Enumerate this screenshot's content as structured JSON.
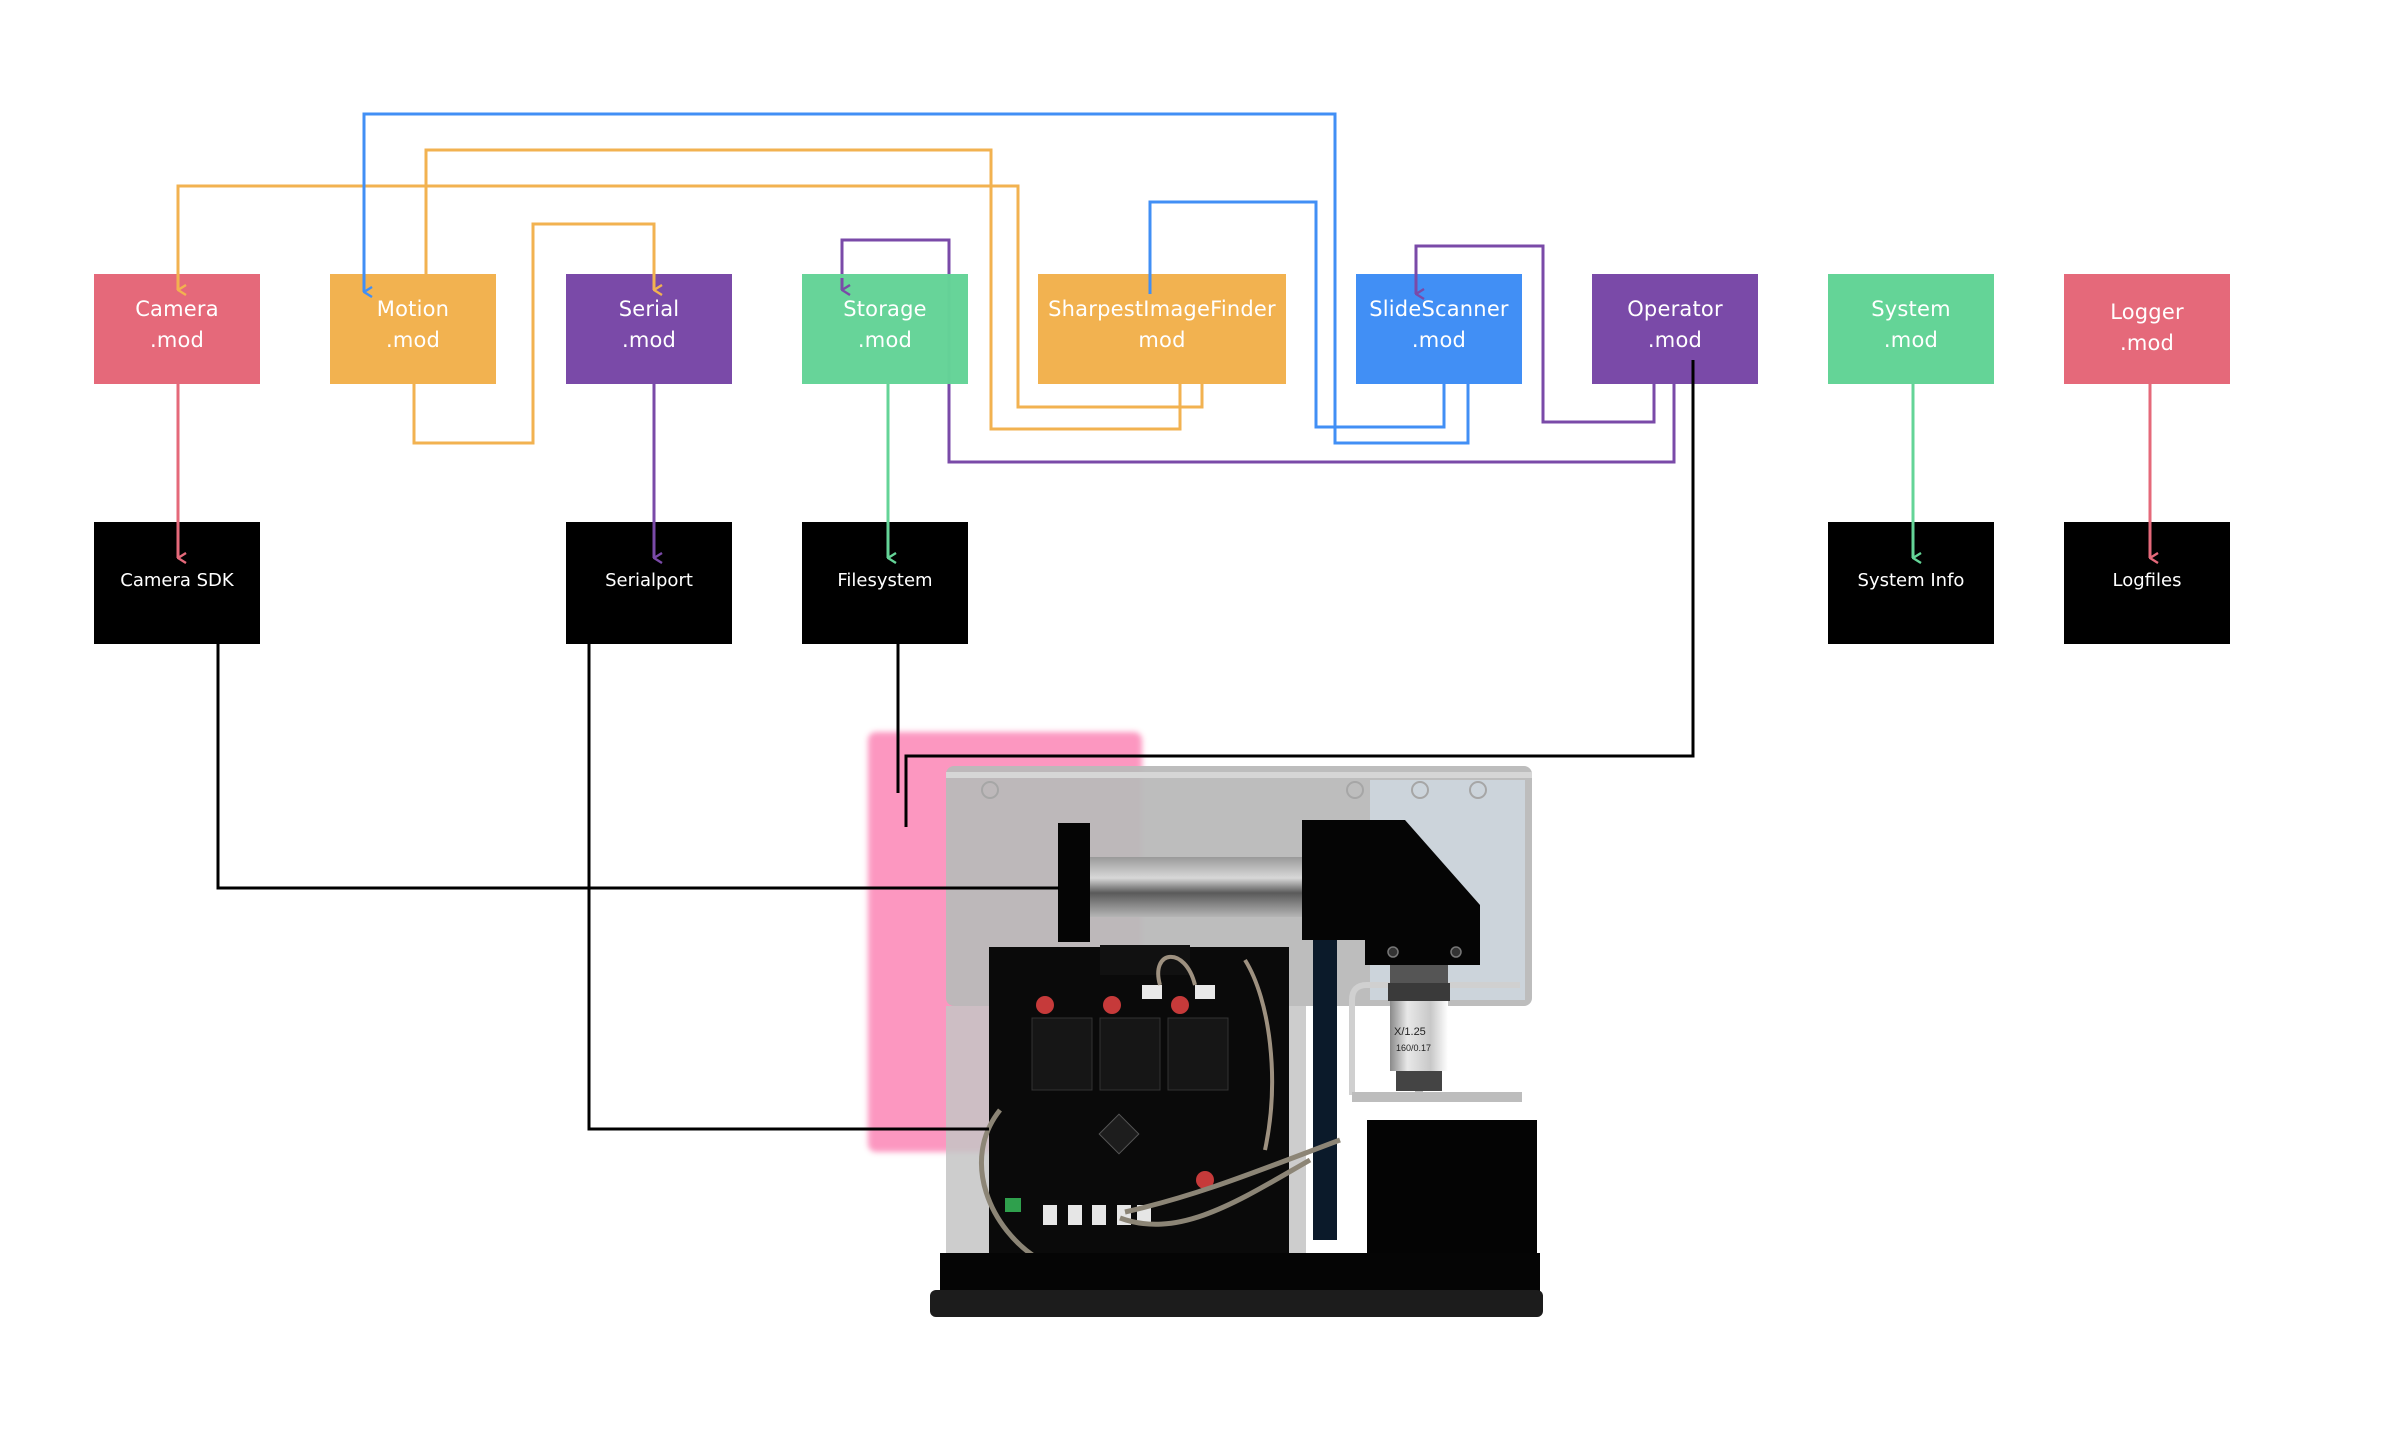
{
  "diagram": {
    "colors": {
      "camera": "#e5697a",
      "motion": "#f2b250",
      "serial": "#7a4aa8",
      "storage": "#64d497",
      "sharpest": "#f2b250",
      "slidescanner": "#418ff5",
      "operator": "#7a4aa8",
      "system": "#64d497",
      "logger": "#e5697a",
      "hardware": "#000000"
    },
    "modules": [
      {
        "id": "camera",
        "label": "Camera\n.mod"
      },
      {
        "id": "motion",
        "label": "Motion\n.mod"
      },
      {
        "id": "serial",
        "label": "Serial\n.mod"
      },
      {
        "id": "storage",
        "label": "Storage\n.mod"
      },
      {
        "id": "sharpest",
        "label": "SharpestImageFinder\nmod"
      },
      {
        "id": "slidescanner",
        "label": "SlideScanner\n.mod"
      },
      {
        "id": "operator",
        "label": "Operator\n.mod"
      },
      {
        "id": "system",
        "label": "System\n.mod"
      },
      {
        "id": "logger",
        "label": "Logger\n.mod"
      }
    ],
    "resources": [
      {
        "id": "camera-sdk",
        "label": "Camera SDK"
      },
      {
        "id": "serialport",
        "label": "Serialport"
      },
      {
        "id": "filesystem",
        "label": "Filesystem"
      },
      {
        "id": "system-info",
        "label": "System Info"
      },
      {
        "id": "logfiles",
        "label": "Logfiles"
      }
    ],
    "connections": [
      {
        "from": "sharpest",
        "to": "camera",
        "color": "orange"
      },
      {
        "from": "sharpest",
        "to": "motion",
        "color": "orange"
      },
      {
        "from": "motion",
        "to": "serial",
        "color": "orange"
      },
      {
        "from": "slidescanner",
        "to": "motion",
        "color": "blue"
      },
      {
        "from": "slidescanner",
        "to": "sharpest",
        "color": "blue"
      },
      {
        "from": "operator",
        "to": "storage",
        "color": "purple"
      },
      {
        "from": "operator",
        "to": "slidescanner",
        "color": "purple"
      },
      {
        "from": "camera",
        "to": "camera-sdk",
        "color": "pink"
      },
      {
        "from": "serial",
        "to": "serialport",
        "color": "purple"
      },
      {
        "from": "storage",
        "to": "filesystem",
        "color": "green"
      },
      {
        "from": "system",
        "to": "system-info",
        "color": "green"
      },
      {
        "from": "logger",
        "to": "logfiles",
        "color": "pink"
      },
      {
        "from": "camera-sdk",
        "to": "device-camera",
        "color": "black"
      },
      {
        "from": "serialport",
        "to": "device-controller",
        "color": "black"
      },
      {
        "from": "filesystem",
        "to": "device-storage",
        "color": "black"
      },
      {
        "from": "operator",
        "to": "device-storage",
        "color": "black"
      }
    ],
    "device_photo": {
      "objective_line1": "X/1.25",
      "objective_line2": "160/0.17"
    }
  }
}
